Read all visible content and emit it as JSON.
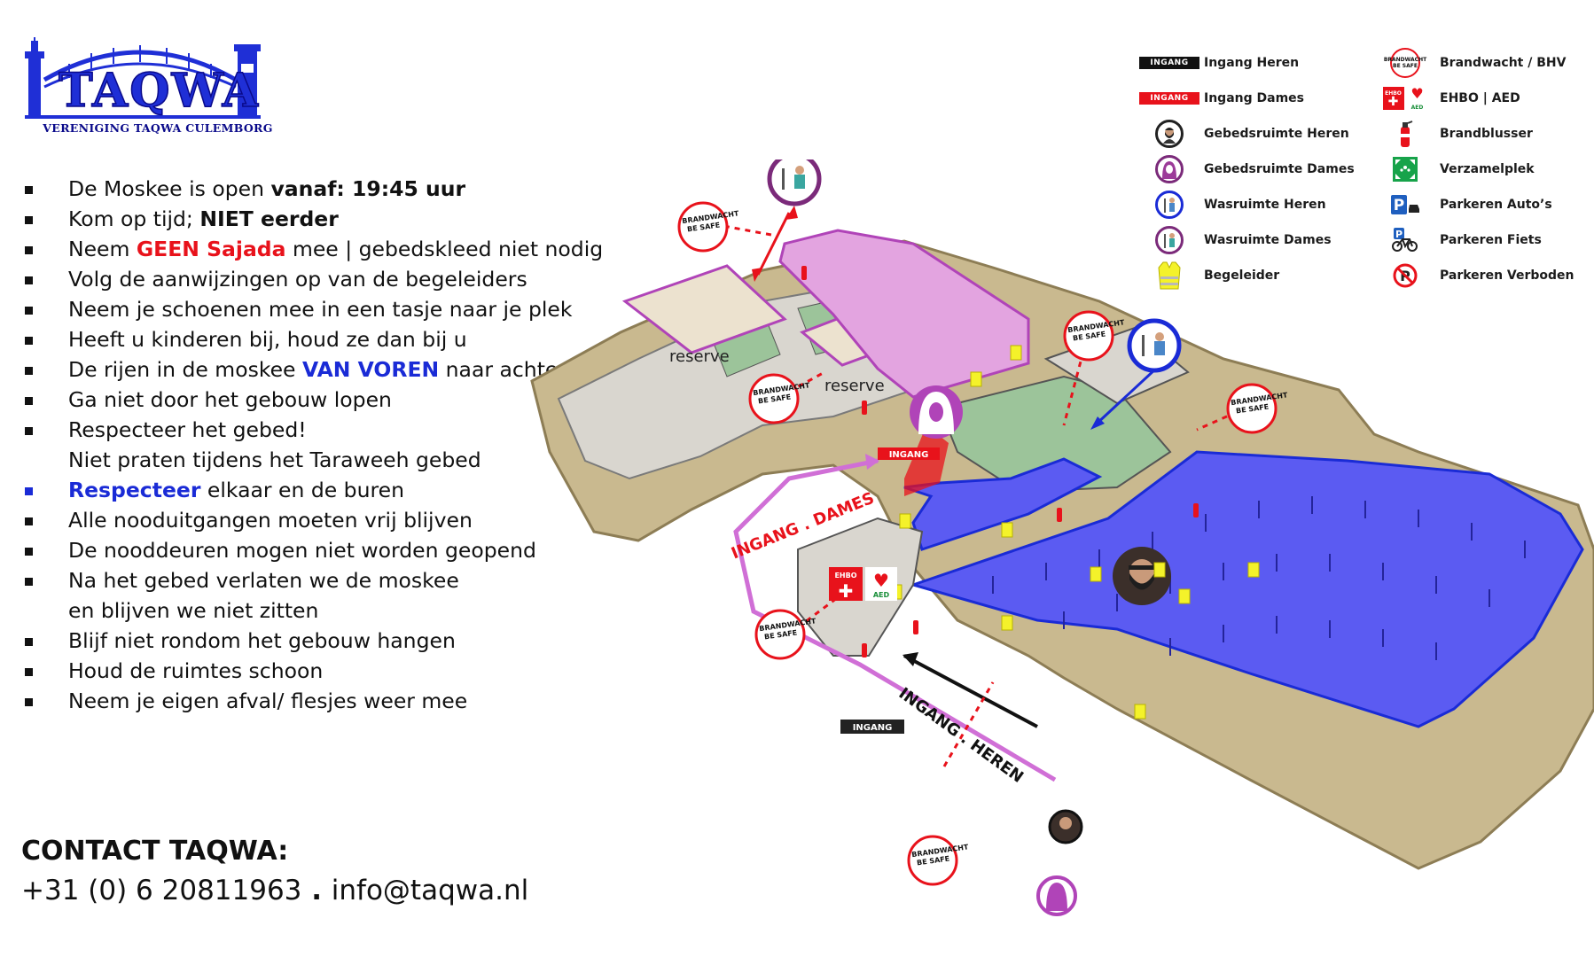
{
  "logo": {
    "name": "TAQWA",
    "subtitle": "VERENIGING TAQWA CULEMBORG"
  },
  "rules": {
    "r1_pre": "De Moskee is open ",
    "r1_bold": "vanaf: 19:45 uur",
    "r2_pre": "Kom op tijd; ",
    "r2_bold": "NIET eerder",
    "r3_pre": "Neem ",
    "r3_red": "GEEN Sajada",
    "r3_post": " mee | gebedskleed niet nodig",
    "r4": "Volg de aanwijzingen op van de begeleiders",
    "r5": "Neem je schoenen mee in een tasje naar je plek",
    "r6": "Heeft u kinderen bij, houd ze dan bij u",
    "r7_pre": "De rijen in de moskee ",
    "r7_blue": "VAN VOREN",
    "r7_post": " naar achteren",
    "r8": "Ga niet door het gebouw lopen",
    "r9a": "Respecteer het gebed!",
    "r9b": "Niet praten tijdens het Taraweeh gebed",
    "r10_blue": "Respecteer",
    "r10_post": " elkaar en de buren",
    "r11": "Alle nooduitgangen moeten vrij blijven",
    "r12": "De nooddeuren mogen niet worden geopend",
    "r13a": "Na het gebed verlaten we de moskee",
    "r13b": "en blijven we niet zitten",
    "r14": "Blijf niet rondom het gebouw hangen",
    "r15": "Houd de ruimtes schoon",
    "r16": "Neem je eigen afval/ flesjes weer mee"
  },
  "contact": {
    "title": "CONTACT TAQWA:",
    "phone": "+31 (0) 6 20811963",
    "sep": " . ",
    "email": "info@taqwa.nl"
  },
  "legend": {
    "ingang_tag": "INGANG",
    "ingang_heren": "Ingang Heren",
    "ingang_dames": "Ingang Dames",
    "gebed_heren": "Gebedsruimte Heren",
    "gebed_dames": "Gebedsruimte Dames",
    "was_heren": "Wasruimte Heren",
    "was_dames": "Wasruimte Dames",
    "begeleider": "Begeleider",
    "brandwacht": "Brandwacht / BHV",
    "ehbo_aed": "EHBO | AED",
    "brandblusser": "Brandblusser",
    "verzamelplek": "Verzamelplek",
    "parkeren_autos": "Parkeren Auto’s",
    "parkeren_fiets": "Parkeren Fiets",
    "parkeren_verboden": "Parkeren Verboden",
    "ehbo_tag": "EHBO",
    "aed_tag": "AED"
  },
  "map": {
    "reserve_1": "reserve",
    "reserve_2": "reserve",
    "ingang_dames_label": "INGANG . DAMES",
    "ingang_heren_label": "INGANG . HEREN",
    "ingang_tag_1": "INGANG",
    "ingang_tag_2": "INGANG",
    "brandwacht_line1": "BRANDWACHT",
    "brandwacht_line2": "BE SAFE",
    "ehbo_tag": "EHBO",
    "aed_tag": "AED"
  },
  "colors": {
    "brand_blue": "#1f2fd6",
    "red": "#e8121b",
    "women_purple": "#7b2a7a",
    "women_area": "#e3a4e0",
    "men_area": "#5b5bf2",
    "wall_tan": "#c9b98f",
    "floor_green": "#9cc49a"
  }
}
